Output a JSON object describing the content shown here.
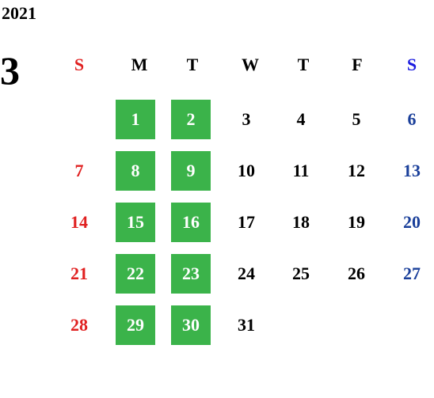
{
  "calendar": {
    "year": "2021",
    "month": "3",
    "weekdays": [
      "S",
      "M",
      "T",
      "W",
      "T",
      "F",
      "S"
    ],
    "weeks": [
      [
        "",
        "1",
        "2",
        "3",
        "4",
        "5",
        "6"
      ],
      [
        "7",
        "8",
        "9",
        "10",
        "11",
        "12",
        "13"
      ],
      [
        "14",
        "15",
        "16",
        "17",
        "18",
        "19",
        "20"
      ],
      [
        "21",
        "22",
        "23",
        "24",
        "25",
        "26",
        "27"
      ],
      [
        "28",
        "29",
        "30",
        "31",
        "",
        "",
        ""
      ]
    ],
    "highlighted_days": [
      "1",
      "2",
      "8",
      "9",
      "15",
      "16",
      "22",
      "23",
      "29",
      "30"
    ],
    "colors": {
      "sunday": "#e02020",
      "saturday": "#1a3f9a",
      "saturday_header": "#1a1ae0",
      "highlight_bg": "#3bb34a",
      "highlight_text": "#ffffff",
      "default_text": "#000000"
    }
  }
}
